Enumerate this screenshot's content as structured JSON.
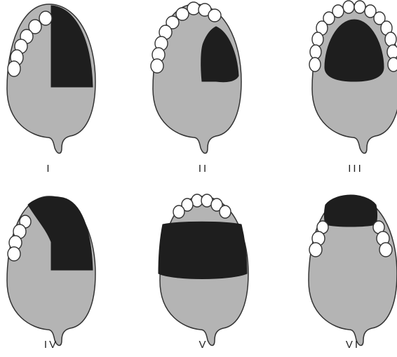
{
  "colors": {
    "palate": "#b4b4b4",
    "defect": "#1e1e1e",
    "tooth": "#ffffff",
    "outline": "#333333"
  },
  "panels": [
    {
      "label": "I",
      "palate": "palate-shape",
      "defect": "defect-left-half",
      "teeth": "teeth-left-side"
    },
    {
      "label": "II",
      "palate": "palate-shape",
      "defect": "defect-left-posterior",
      "teeth": "teeth-full-arch-partial-left"
    },
    {
      "label": "III",
      "palate": "palate-shape",
      "defect": "defect-central",
      "teeth": "teeth-full-arch"
    },
    {
      "label": "IV",
      "palate": "palate-shape",
      "defect": "defect-left-half-anterior",
      "teeth": "teeth-left-posterior"
    },
    {
      "label": "V",
      "palate": "palate-shape",
      "defect": "defect-transverse",
      "teeth": "teeth-anterior"
    },
    {
      "label": "VI",
      "palate": "palate-shape",
      "defect": "defect-anterior",
      "teeth": "teeth-bilateral-posterior"
    }
  ]
}
